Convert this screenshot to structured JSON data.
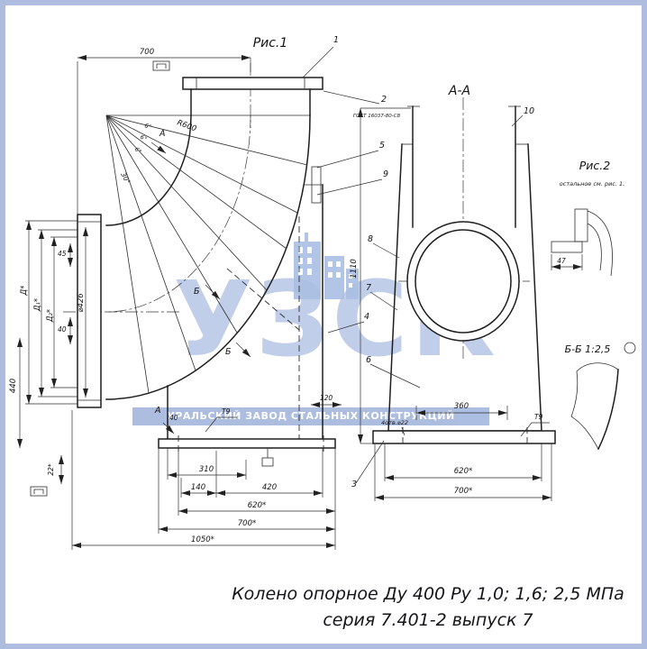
{
  "colors": {
    "line": "#1e1e1e",
    "frame_blue": "#aebcdf",
    "watermark_blue": "#b7c6e7",
    "banner_bg": "#a5b8de",
    "banner_text": "#ffffff"
  },
  "caption": {
    "line1": "Колено опорное Ду 400 Ру 1,0; 1,6; 2,5 МПа",
    "line2": "серия 7.401-2 выпуск 7"
  },
  "watermark": {
    "letters": "УЗСК",
    "banner": "УРАЛЬСКИЙ ЗАВОД СТАЛЬНЫХ КОНСТРУКЦИЙ"
  },
  "fig1": {
    "title": "Рис.1",
    "weld_note": "ГОСТ 16037-80-С8",
    "radius_label": "R600",
    "angle_30": "30°",
    "angle_6a": "6°",
    "angle_6b": "6°",
    "angle_6c": "6°",
    "view_a_top": "А",
    "view_a_bottom": "А",
    "section_b_top": "Б",
    "section_b_bottom": "Б",
    "callout_1": "1",
    "callout_2": "2",
    "callout_4": "4",
    "callout_5": "5",
    "callout_9": "9",
    "dim_700_top": "700",
    "dim_d": "Д*",
    "dim_d1": "Д₁*",
    "dim_d2": "Д₂*",
    "dim_dia426": "⌀426",
    "dim_45": "45",
    "dim_40_flange": "40",
    "dim_440": "440",
    "dim_22": "22*",
    "dim_120": "120",
    "dim_40_base": "40",
    "weld_t9": "Т9",
    "dim_310": "310",
    "dim_140": "140",
    "dim_420": "420",
    "dim_620": "620*",
    "dim_700_base": "700*",
    "dim_1050": "1050*"
  },
  "sectionAA": {
    "title": "А-А",
    "callout_10": "10",
    "callout_8": "8",
    "callout_7": "7",
    "callout_6": "6",
    "callout_3": "3",
    "dim_1110": "1110",
    "dim_360": "360",
    "dim_620": "620*",
    "dim_700": "700*",
    "holes_note": "4отв.⌀22",
    "weld_t9": "Т9"
  },
  "fig2": {
    "title": "Рис.2",
    "note": "остальное см. рис. 1.",
    "dim_47": "47"
  },
  "sectionBB": {
    "title": "Б-Б 1:2,5"
  }
}
